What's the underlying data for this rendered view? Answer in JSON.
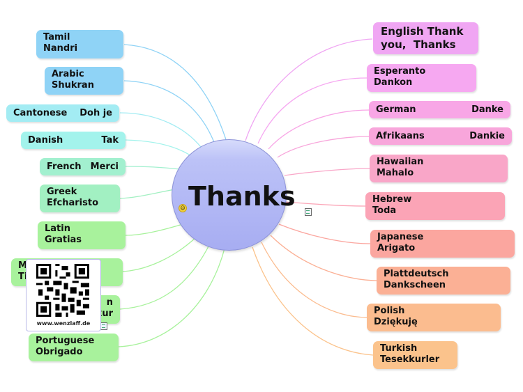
{
  "center": {
    "title": "Thanks"
  },
  "left_nodes": [
    {
      "key": "tamil",
      "line1": "Tamil",
      "line2": "Nandri",
      "color": "#8fd3f6"
    },
    {
      "key": "arabic",
      "line1": "Arabic",
      "line2": "Shukran",
      "color": "#8fd3f6"
    },
    {
      "key": "cantonese",
      "line1": "Cantonese",
      "line2": "Doh je",
      "color": "#a3ecf3"
    },
    {
      "key": "danish",
      "line1": "Danish",
      "line2": "Tak",
      "color": "#a3f3ec"
    },
    {
      "key": "french",
      "line1": "French",
      "line2": "Merci",
      "color": "#a2f0cf"
    },
    {
      "key": "greek",
      "line1": "Greek",
      "line2": "Efcharisto",
      "color": "#a2f0c2"
    },
    {
      "key": "latin",
      "line1": "Latin",
      "line2": "Gratias",
      "color": "#a8f29c"
    },
    {
      "key": "maori",
      "line1": "Ma",
      "line2": "Tik",
      "color": "#a8f29c"
    },
    {
      "key": "hidden",
      "line1": "n",
      "line2": "kkur",
      "color": "#a8f29c"
    },
    {
      "key": "portuguese",
      "line1": "Portuguese",
      "line2": "Obrigado",
      "color": "#a8f29c"
    }
  ],
  "right_nodes": [
    {
      "key": "english",
      "line1": "English Thank",
      "line2": "you,  Thanks",
      "color": "#f0a6f3"
    },
    {
      "key": "esperanto",
      "line1": "Esperanto",
      "line2": "Dankon",
      "color": "#f6a8f1"
    },
    {
      "key": "german",
      "line1": "German",
      "line2": "Danke",
      "color": "#f8a6e6"
    },
    {
      "key": "afrikaans",
      "line1": "Afrikaans",
      "line2": "Dankie",
      "color": "#f8a6db"
    },
    {
      "key": "hawaiian",
      "line1": "Hawaiian",
      "line2": "Mahalo",
      "color": "#f9a6c8"
    },
    {
      "key": "hebrew",
      "line1": "Hebrew",
      "line2": "Toda",
      "color": "#fba4b6"
    },
    {
      "key": "japanese",
      "line1": "Japanese",
      "line2": "Arigato",
      "color": "#fba69f"
    },
    {
      "key": "plattdeutsch",
      "line1": "Plattdeutsch",
      "line2": "Dankscheen",
      "color": "#fbb095"
    },
    {
      "key": "polish",
      "line1": "Polish",
      "line2": "Dziękuję",
      "color": "#fbbc8f"
    },
    {
      "key": "turkish",
      "line1": "Turkish",
      "line2": "Tesekkurler",
      "color": "#fbc38c"
    }
  ],
  "qr": {
    "caption": "www.wenzlaff.de"
  },
  "icons": {
    "smiley": "smiley-icon",
    "note": "note-icon"
  }
}
